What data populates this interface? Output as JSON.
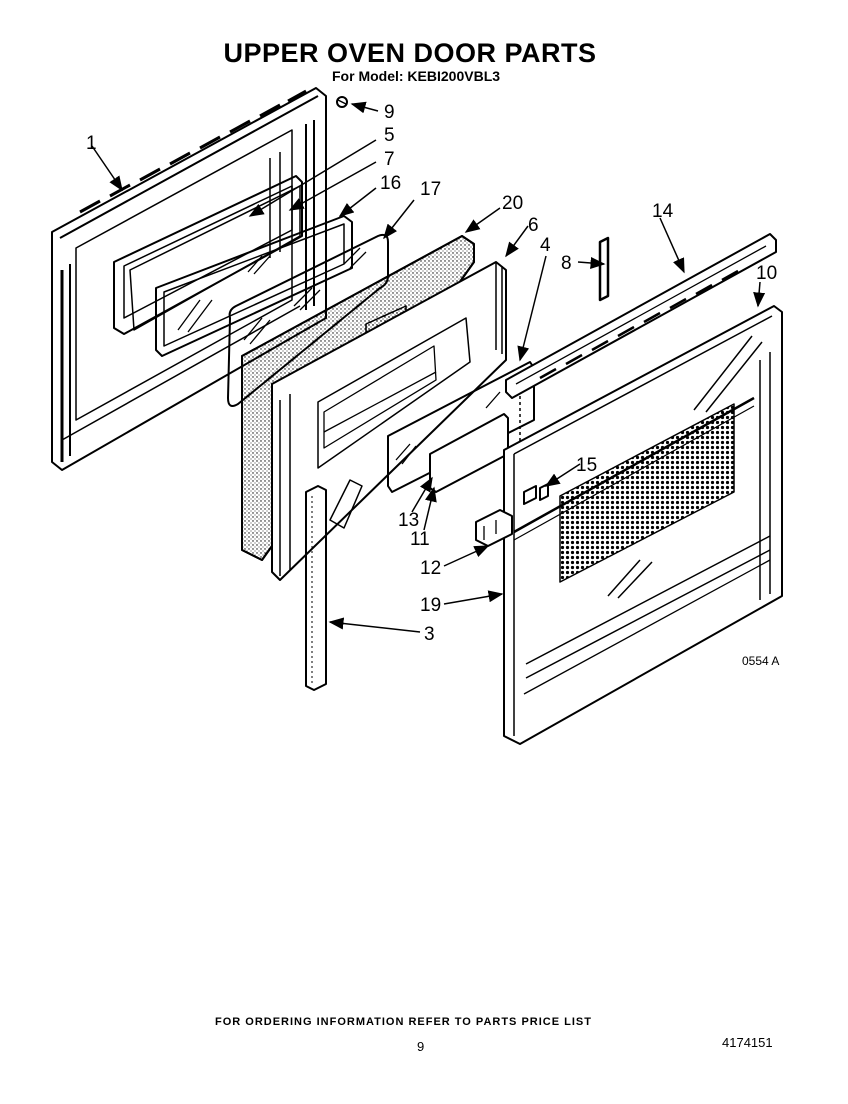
{
  "title": "UPPER OVEN DOOR PARTS",
  "subtitle": "For Model: KEBI200VBL3",
  "callouts": {
    "c1": "1",
    "c3": "3",
    "c4": "4",
    "c5": "5",
    "c6": "6",
    "c7": "7",
    "c8": "8",
    "c9": "9",
    "c10": "10",
    "c11": "11",
    "c12": "12",
    "c13": "13",
    "c14": "14",
    "c15": "15",
    "c16": "16",
    "c17": "17",
    "c19": "19",
    "c20": "20"
  },
  "figure_code": "0554 A",
  "footer": {
    "ordering_note": "FOR ORDERING INFORMATION REFER TO PARTS PRICE LIST",
    "page_number": "9",
    "document_number": "4174151"
  }
}
